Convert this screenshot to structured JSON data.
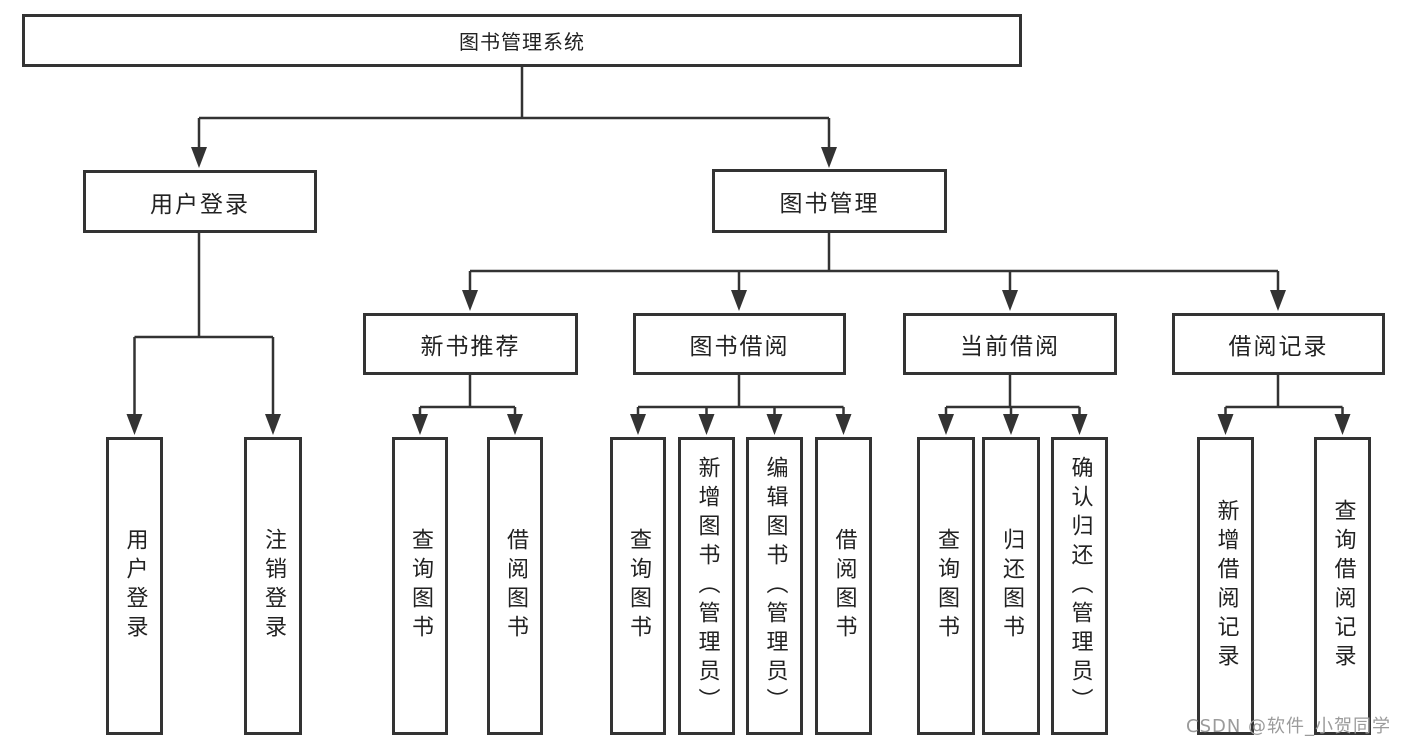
{
  "diagram": {
    "root": {
      "label": "图书管理系统"
    },
    "children": [
      {
        "label": "用户登录",
        "children": [
          {
            "label": "用户登录"
          },
          {
            "label": "注销登录"
          }
        ]
      },
      {
        "label": "图书管理",
        "children": [
          {
            "label": "新书推荐",
            "children": [
              {
                "label": "查询图书"
              },
              {
                "label": "借阅图书"
              }
            ]
          },
          {
            "label": "图书借阅",
            "children": [
              {
                "label": "查询图书"
              },
              {
                "label": "新增图书（管理员）"
              },
              {
                "label": "编辑图书（管理员）"
              },
              {
                "label": "借阅图书"
              }
            ]
          },
          {
            "label": "当前借阅",
            "children": [
              {
                "label": "查询图书"
              },
              {
                "label": "归还图书"
              },
              {
                "label": "确认归还（管理员）"
              }
            ]
          },
          {
            "label": "借阅记录",
            "children": [
              {
                "label": "新增借阅记录"
              },
              {
                "label": "查询借阅记录"
              }
            ]
          }
        ]
      }
    ]
  },
  "watermark": "CSDN @软件_小贺同学",
  "colors": {
    "line": "#333333",
    "text": "#222222",
    "watermark": "#9b9b9b",
    "background": "#ffffff"
  }
}
